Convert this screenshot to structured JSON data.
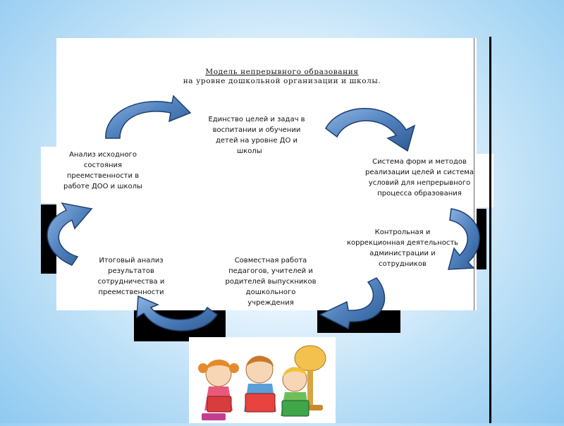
{
  "title": {
    "line1": "Модель непрерывного образования",
    "line2": "на уровне дошкольной организации и школы."
  },
  "nodes": {
    "top": [
      "Единство целей и задач в",
      "воспитании и обучении",
      "детей на уровне ДО и",
      "школы"
    ],
    "right": [
      "Система форм и методов",
      "реализации целей и система",
      "условий для непрерывного",
      "процесса образования"
    ],
    "left": [
      "Анализ исходного",
      "состояния",
      "преемственности в",
      "работе  ДОО и школы"
    ],
    "right_bottom": [
      "Контрольная и",
      "коррекционная деятельность",
      "администрации и",
      "сотрудников"
    ],
    "bottom": [
      "Совместная работа",
      "педагогов, учителей и",
      "родителей выпускников",
      "дошкольного",
      "учреждения"
    ],
    "left_bottom": [
      "Итоговый анализ",
      "результатов",
      "сотрудничества и",
      "преемственности"
    ]
  },
  "colors": {
    "arrow_fill": "#4f81bd",
    "arrow_stroke": "#1f3f6e",
    "background": "#a9d6f5"
  },
  "illustration": "children-reading-books"
}
